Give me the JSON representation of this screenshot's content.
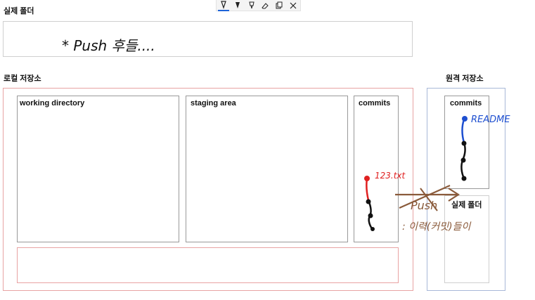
{
  "toolbar": {
    "tools": [
      {
        "name": "pen-icon",
        "active": true
      },
      {
        "name": "pen-alt-icon",
        "active": false
      },
      {
        "name": "highlighter-icon",
        "active": false
      },
      {
        "name": "eraser-icon",
        "active": false
      },
      {
        "name": "copy-icon",
        "active": false
      },
      {
        "name": "close-icon",
        "active": false
      }
    ]
  },
  "sections": {
    "real_folder_top": "실제 폴더",
    "local_repo": "로컬 저장소",
    "remote_repo": "원격 저장소"
  },
  "local": {
    "working_directory": "working directory",
    "staging_area": "staging area",
    "commits": "commits"
  },
  "remote": {
    "commits": "commits",
    "real_folder": "실제 폴더"
  },
  "annotations": {
    "top_note": "* Push 후들....",
    "red_label": "123.txt",
    "blue_label": "README",
    "push_label": "Push",
    "bottom_note": ": 이력(커밋)들이"
  },
  "colors": {
    "local_border": "#e8a3a3",
    "remote_border": "#a8b8d8",
    "ink_black": "#111111",
    "ink_red": "#e02020",
    "ink_blue": "#1e4fd0",
    "ink_brown": "#8a5a3a"
  }
}
